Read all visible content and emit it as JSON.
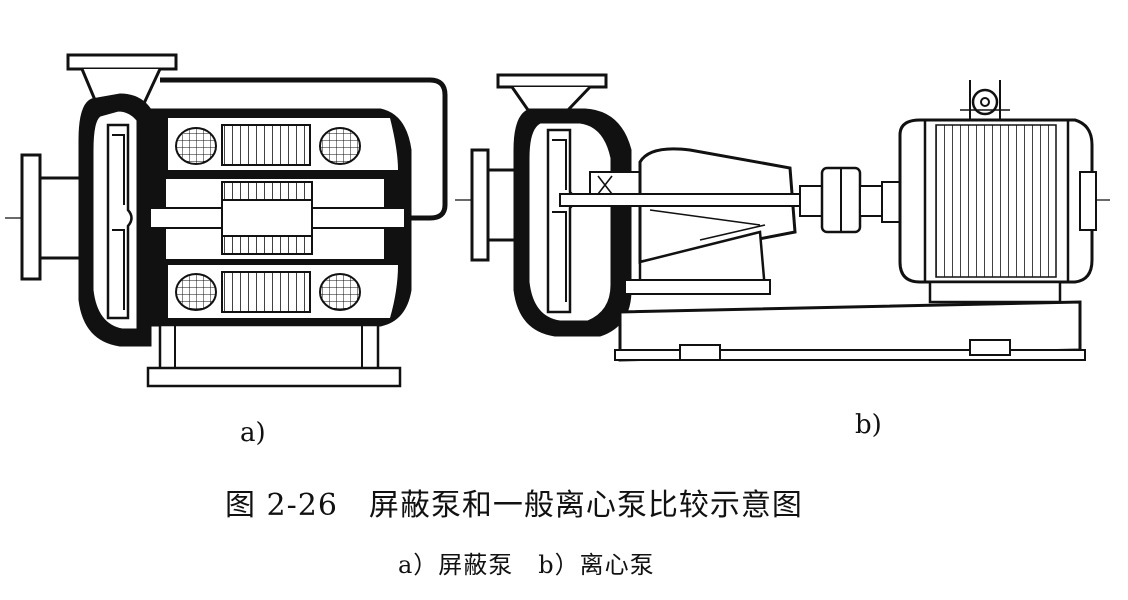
{
  "labels": {
    "a": "a)",
    "b": "b)"
  },
  "caption": {
    "title": "图 2-26　屏蔽泵和一般离心泵比较示意图",
    "legend": "a）屏蔽泵　b）离心泵"
  },
  "colors": {
    "ink": "#111111",
    "paper": "#ffffff"
  }
}
